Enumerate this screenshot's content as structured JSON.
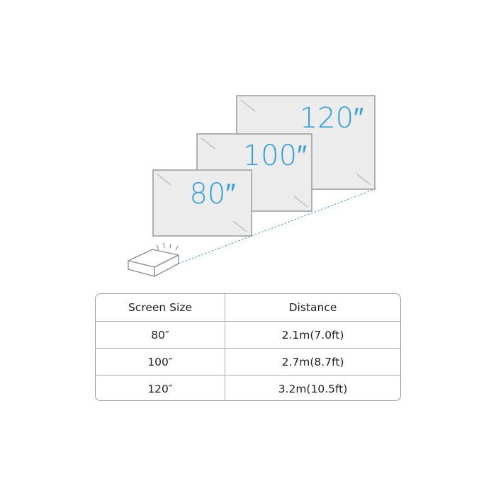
{
  "screens": [
    {
      "id": "screen-80",
      "label": "80″"
    },
    {
      "id": "screen-100",
      "label": "100″"
    },
    {
      "id": "screen-120",
      "label": "120″"
    }
  ],
  "table": {
    "headers": [
      "Screen Size",
      "Distance"
    ],
    "rows": [
      [
        "80″",
        "2.1m(7.0ft)"
      ],
      [
        "100″",
        "2.7m(8.7ft)"
      ],
      [
        "120″",
        "3.2m(10.5ft)"
      ]
    ]
  },
  "colors": {
    "accent": "#2f9fe0",
    "screen_fill": "#ececec",
    "outline": "#9a9a9a"
  }
}
